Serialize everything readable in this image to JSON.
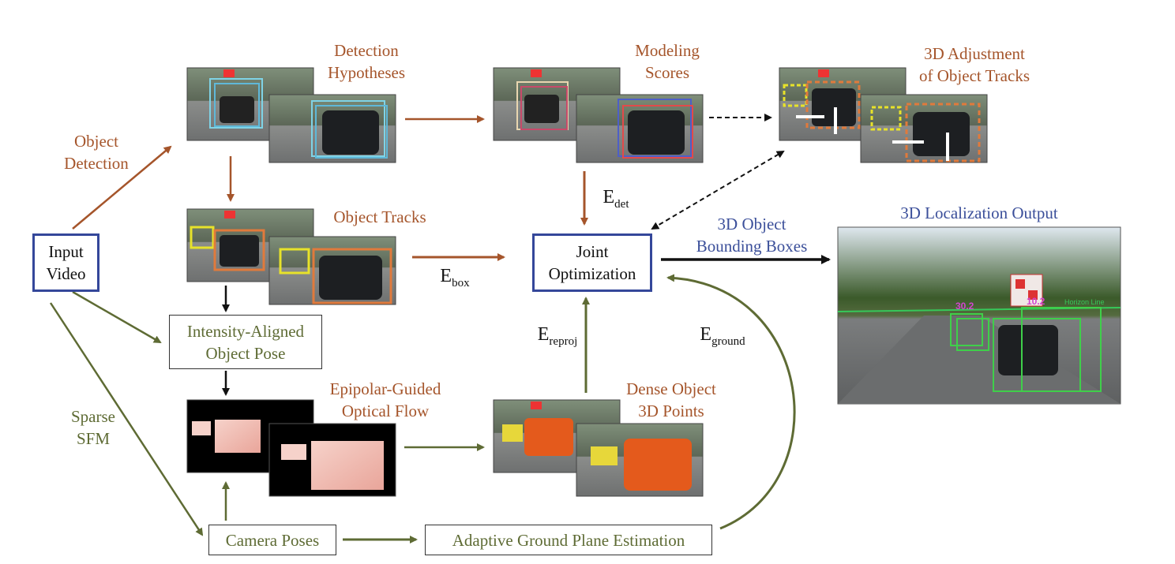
{
  "labels": {
    "detection_hypotheses": [
      "Detection",
      "Hypotheses"
    ],
    "modeling_scores": [
      "Modeling",
      "Scores"
    ],
    "adjustment": [
      "3D Adjustment",
      "of Object Tracks"
    ],
    "object_detection": [
      "Object",
      "Detection"
    ],
    "object_tracks": "Object Tracks",
    "bounding_boxes": [
      "3D Object",
      "Bounding Boxes"
    ],
    "localization_output": "3D Localization Output",
    "epipolar_flow": [
      "Epipolar-Guided",
      "Optical Flow"
    ],
    "dense_points": [
      "Dense Object",
      "3D Points"
    ],
    "sparse_sfm": [
      "Sparse",
      "SFM"
    ],
    "overlay_far": "30.2",
    "overlay_near": "10.2",
    "overlay_horizon": "Horizon Line"
  },
  "boxes": {
    "input_video": [
      "Input",
      "Video"
    ],
    "joint_optimization": [
      "Joint",
      "Optimization"
    ],
    "intensity_aligned": [
      "Intensity-Aligned",
      "Object Pose"
    ],
    "camera_poses": "Camera Poses",
    "ground_plane": "Adaptive Ground Plane Estimation"
  },
  "energy_terms": {
    "det": {
      "base": "E",
      "sub": "det"
    },
    "box": {
      "base": "E",
      "sub": "box"
    },
    "reproj": {
      "base": "E",
      "sub": "reproj"
    },
    "ground": {
      "base": "E",
      "sub": "ground"
    }
  },
  "colors": {
    "brown": "#a5552b",
    "green": "#5e6b34",
    "blue": "#3b4f9a",
    "box_border_blue": "#34479a"
  }
}
